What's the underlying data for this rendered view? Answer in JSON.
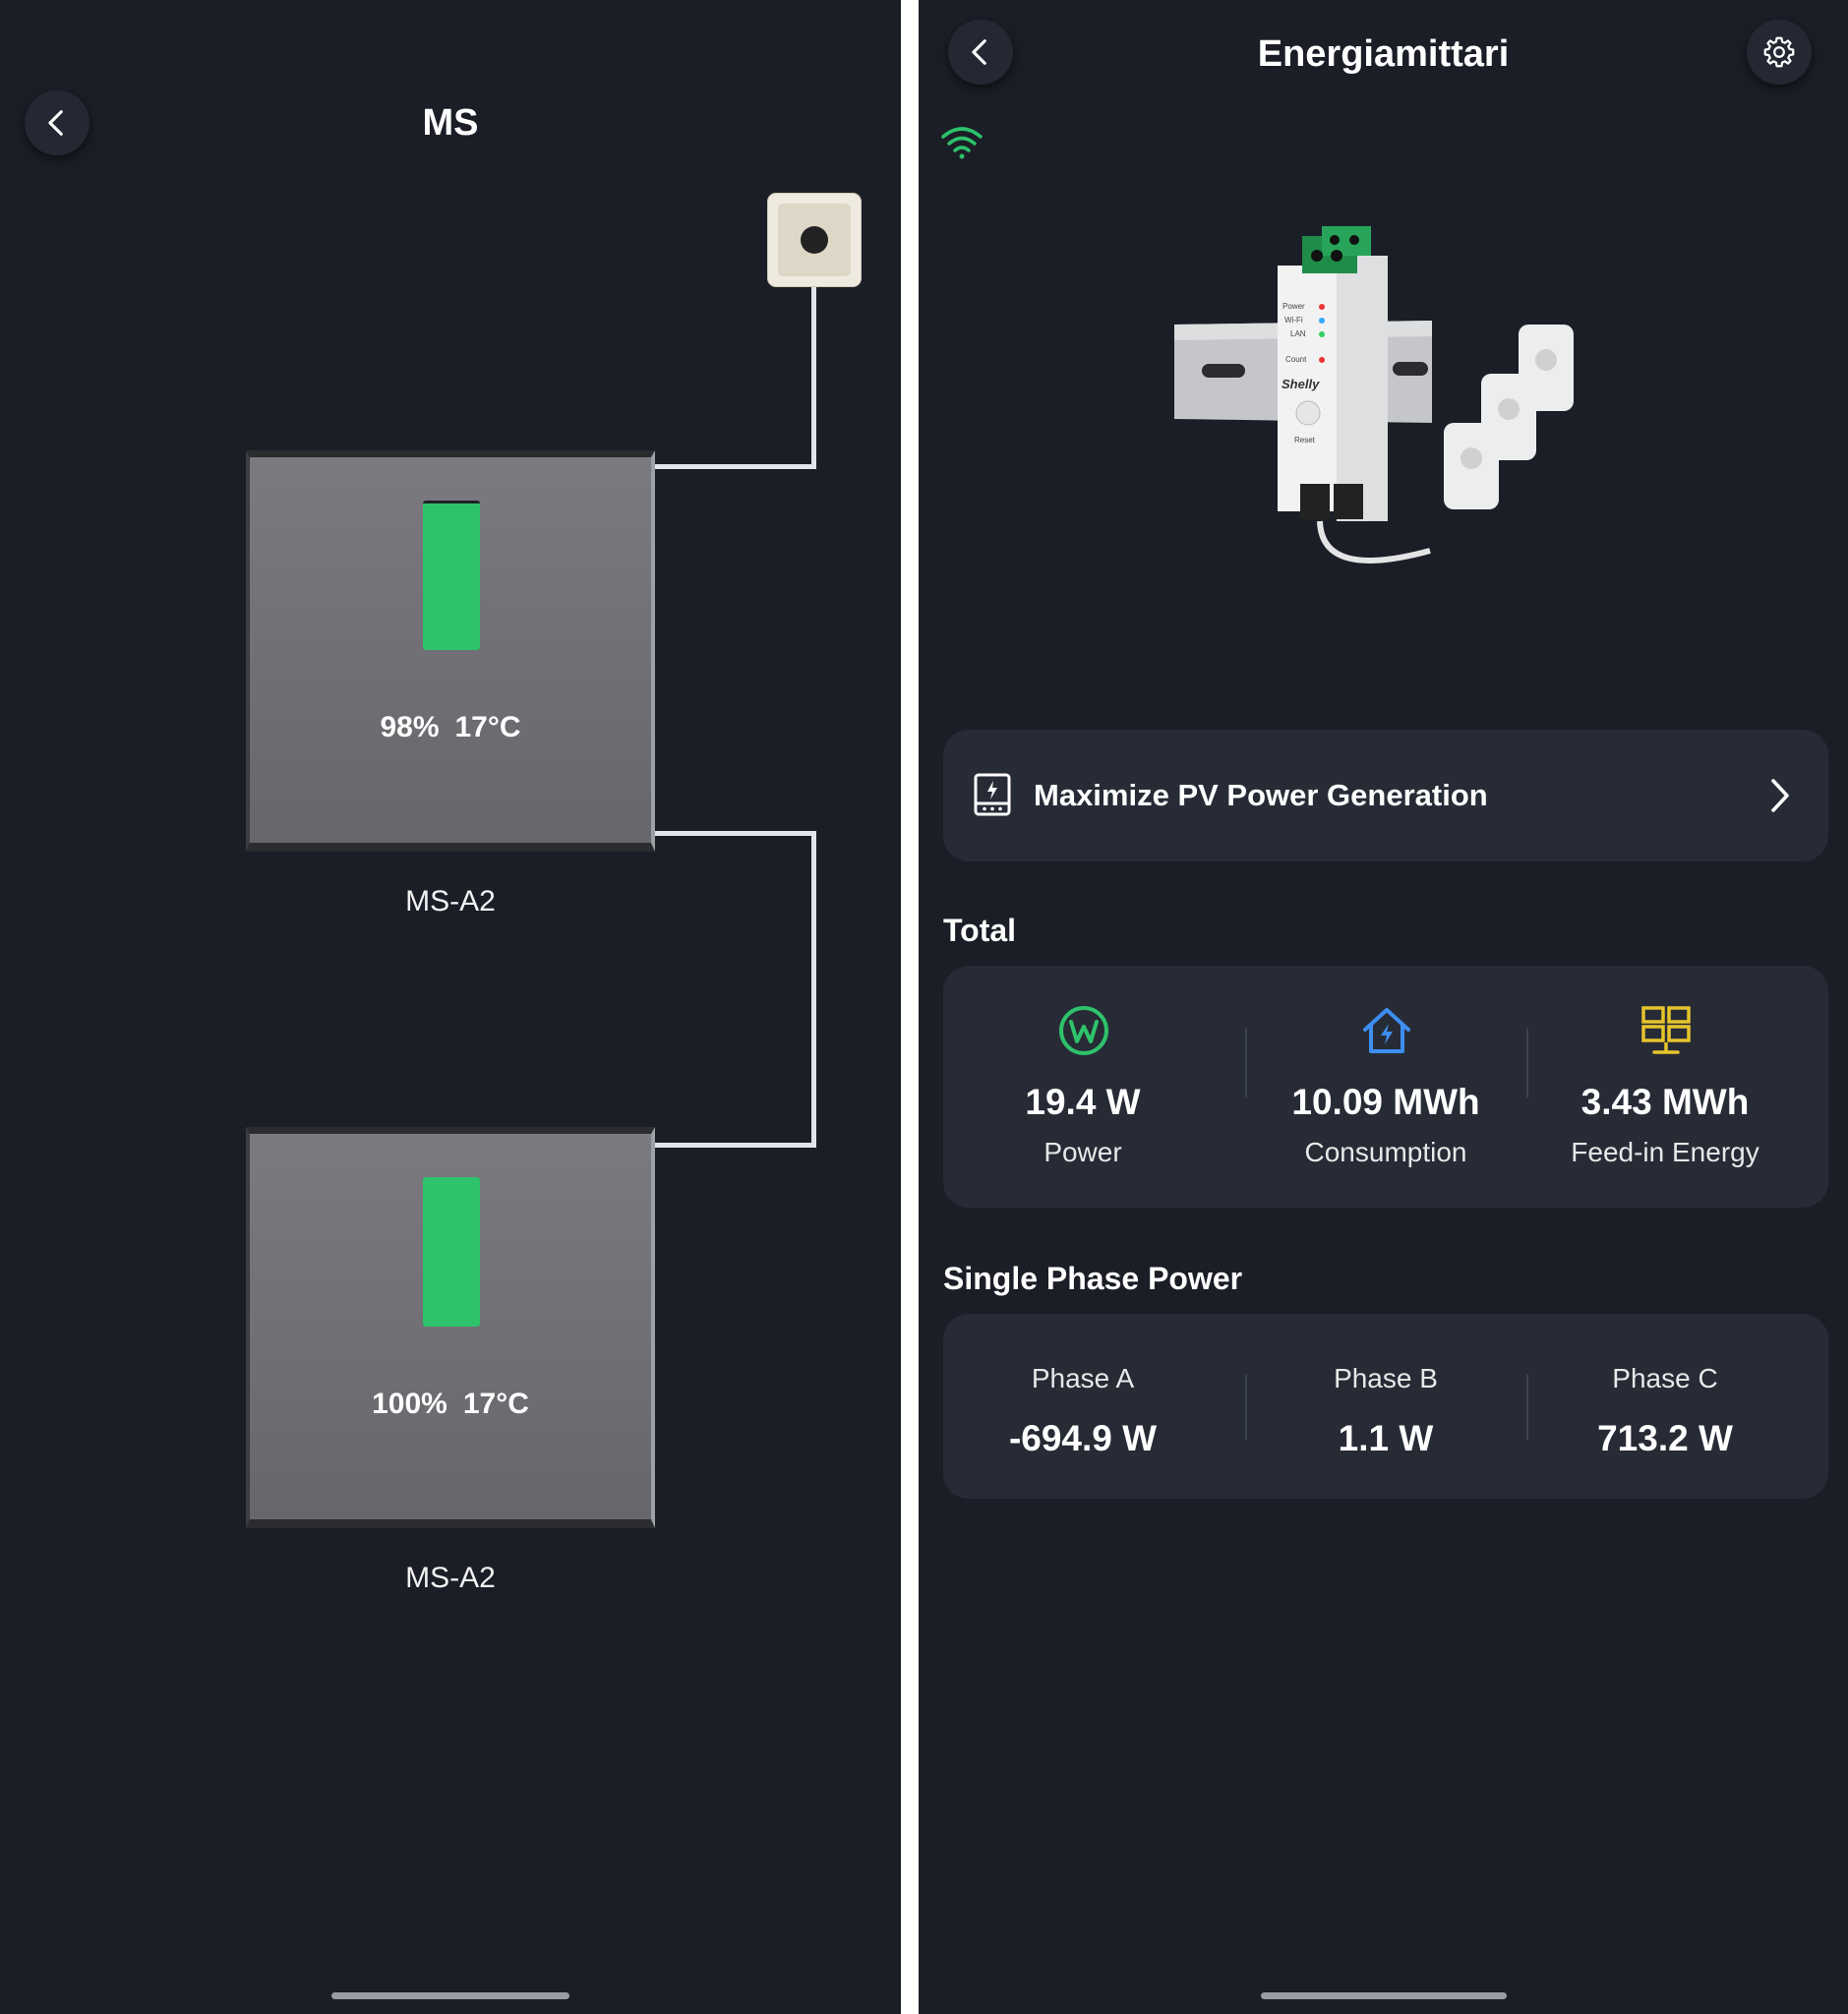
{
  "left_screen": {
    "title": "MS",
    "batteries": [
      {
        "percent": "98%",
        "temp": "17°C",
        "name": "MS-A2",
        "level": 0.98
      },
      {
        "percent": "100%",
        "temp": "17°C",
        "name": "MS-A2",
        "level": 1.0
      }
    ]
  },
  "right_screen": {
    "title": "Energiamittari",
    "device_label": {
      "power": "Power",
      "wifi": "Wi-Fi",
      "lan": "LAN",
      "count": "Count",
      "brand": "Shelly",
      "reset": "Reset"
    },
    "pv_card": {
      "label": "Maximize PV Power Generation"
    },
    "total": {
      "heading": "Total",
      "items": [
        {
          "value": "19.4 W",
          "label": "Power",
          "icon": "watt-icon"
        },
        {
          "value": "10.09 MWh",
          "label": "Consumption",
          "icon": "house-lightning-icon"
        },
        {
          "value": "3.43 MWh",
          "label": "Feed-in Energy",
          "icon": "solar-panel-icon"
        }
      ]
    },
    "phases": {
      "heading": "Single Phase Power",
      "items": [
        {
          "label": "Phase A",
          "value": "-694.9 W"
        },
        {
          "label": "Phase B",
          "value": "1.1 W"
        },
        {
          "label": "Phase C",
          "value": "713.2 W"
        }
      ]
    }
  },
  "colors": {
    "background": "#1b1e27",
    "card": "#272b36",
    "battery_green": "#2ec26a",
    "wifi_green": "#2ec26a",
    "house_blue": "#3d8ef0",
    "solar_yellow": "#e6c52c"
  }
}
